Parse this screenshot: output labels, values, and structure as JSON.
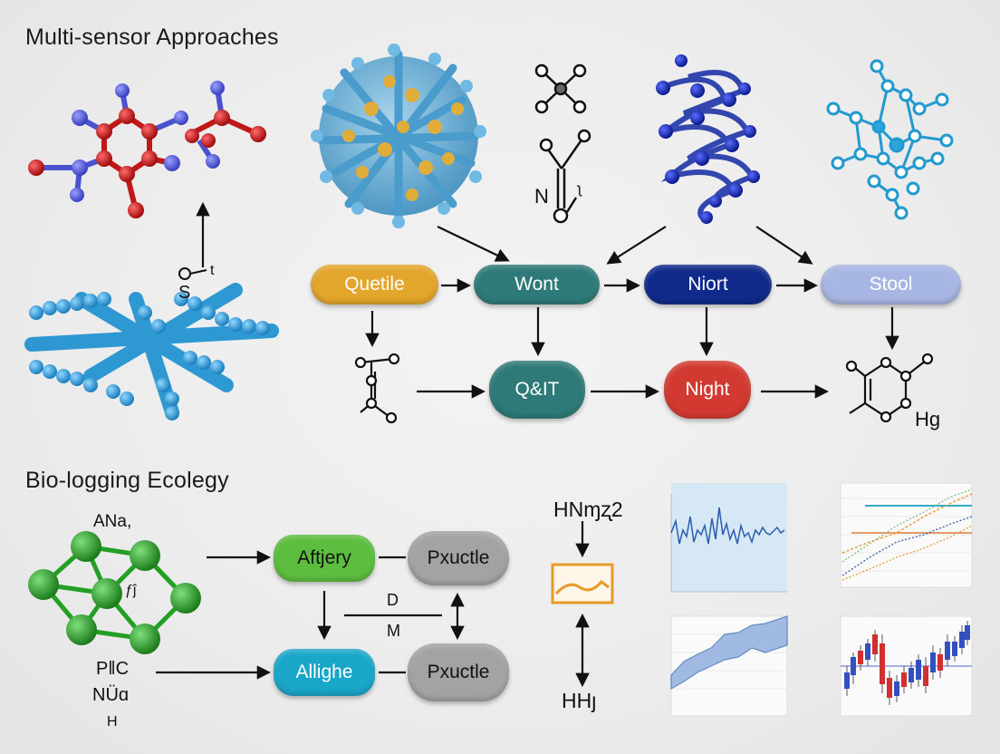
{
  "sections": {
    "top_title": "Multi-sensor Approaches",
    "bottom_title": "Bio-logging Ecolegy"
  },
  "top_nodes": {
    "n1": "Quetile",
    "n2": "Wont",
    "n3": "Niort",
    "n4": "Stool",
    "n5": "Q&IT",
    "n6": "Night"
  },
  "top_labels": {
    "s_label": "S",
    "t_label": "t",
    "n_label": "N",
    "nj_label": "ʅ",
    "hg_label": "Hg"
  },
  "bottom_nodes": {
    "b1": "Aftjery",
    "b2": "Pxuctle",
    "b3": "Allighe",
    "b4": "Pxuctle"
  },
  "bottom_labels": {
    "ana": "ANa,",
    "mid": "ƒĵ",
    "pc": "P‖C",
    "noa": "NÜɑ",
    "h": "H",
    "d": "D",
    "m": "M",
    "hny2": "HNɱʐ2",
    "hhj": "HHȷ"
  },
  "colors": {
    "quetile": "#e3a62c",
    "wont": "#2e7a78",
    "niort": "#0f2a8a",
    "stool": "#a8b6e3",
    "qit": "#2e7a78",
    "night": "#d23a31",
    "aftjery": "#5cbd3e",
    "pxuctle": "#a3a3a3",
    "allighe": "#1aa6c9"
  }
}
